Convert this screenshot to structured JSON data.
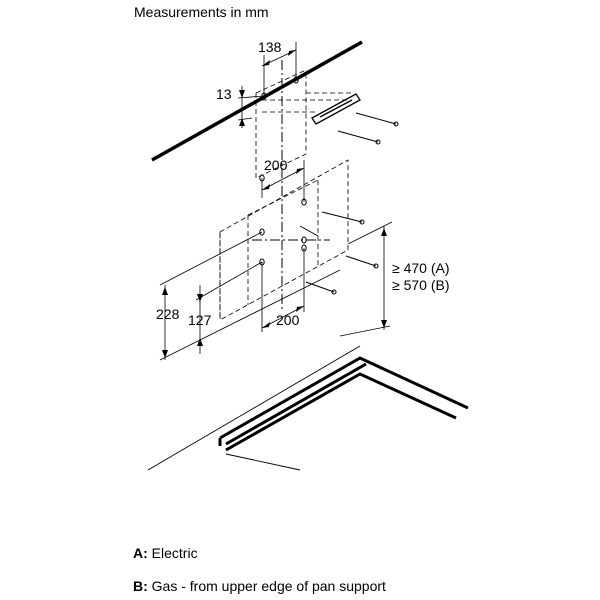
{
  "title": "Measurements in mm",
  "dimensions": {
    "d138": "138",
    "d13": "13",
    "d200_upper": "200",
    "d200_lower": "200",
    "d228": "228",
    "d127": "127",
    "height_a": "≥ 470 (A)",
    "height_b": "≥ 570 (B)"
  },
  "legend": {
    "a_key": "A:",
    "a_text": "Electric",
    "b_key": "B:",
    "b_text": "Gas - from upper edge of pan support"
  }
}
